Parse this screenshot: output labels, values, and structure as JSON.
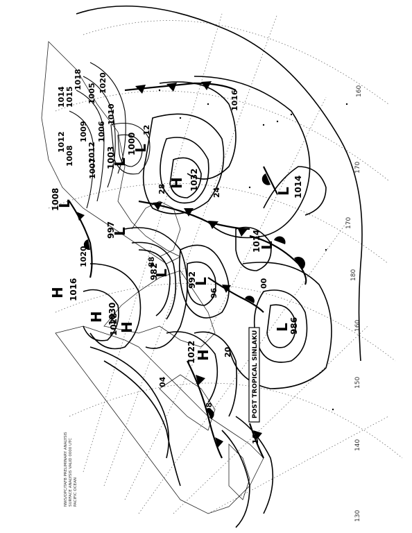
{
  "header_lines": [
    "NWS/OPC/TAFB PRELIMINARY ANALYSIS",
    "SURFACE ANALYSIS VALID 0000 UTC",
    "PACIFIC OCEAN"
  ],
  "storm_label": "POST TROPICAL SINLAKU",
  "centers": [
    {
      "type": "H",
      "value": "1032"
    },
    {
      "type": "H",
      "value": "1030"
    },
    {
      "type": "H",
      "value": "1028"
    },
    {
      "type": "H",
      "value": "1022"
    },
    {
      "type": "H",
      "value": "1016"
    },
    {
      "type": "L",
      "value": "1014"
    },
    {
      "type": "L",
      "value": "1014"
    },
    {
      "type": "L",
      "value": "992"
    },
    {
      "type": "L",
      "value": "986"
    },
    {
      "type": "L",
      "value": "982"
    },
    {
      "type": "L",
      "value": "997"
    },
    {
      "type": "L",
      "value": "1000"
    },
    {
      "type": "L",
      "value": "1003"
    },
    {
      "type": "L",
      "value": "1008"
    }
  ],
  "isobar_labels": [
    "1012",
    "1015",
    "1008",
    "1020",
    "1016",
    "16",
    "12",
    "08",
    "04",
    "00",
    "96",
    "88",
    "24",
    "20",
    "28",
    "1005",
    "1006",
    "1007",
    "1009",
    "1010",
    "1014",
    "1018",
    "1020",
    "1012"
  ],
  "longitude_labels": [
    "130",
    "140",
    "150",
    "160",
    "170",
    "180",
    "170",
    "160"
  ],
  "colors": {
    "ink": "#000000",
    "paper": "#ffffff",
    "grid": "#555555"
  }
}
